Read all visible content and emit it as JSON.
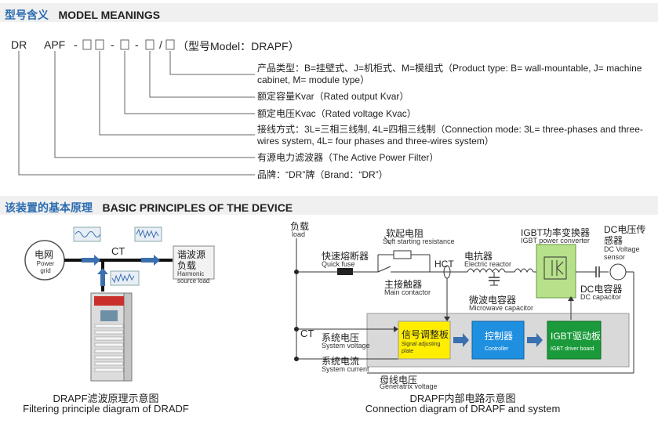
{
  "section1": {
    "title_cn": "型号含义",
    "title_en": "MODEL MEANINGS"
  },
  "model": {
    "dr": "DR",
    "apf": "APF",
    "dash": "-",
    "slash": "/",
    "suffix": "（型号Model：DRAPF）"
  },
  "meanings": [
    "产品类型：B=挂壁式、J=机柜式、M=模组式（Product type: B= wall-mountable, J= machine cabinet, M= module type）",
    "额定容量Kvar（Rated output Kvar）",
    "额定电压Kvac（Rated voltage Kvac）",
    "接线方式：3L=三相三线制, 4L=四相三线制（Connection mode: 3L= three-phases and three-wires system, 4L= four phases and three-wires system）",
    "有源电力滤波器（The Active Power Filter）",
    "品牌：“DR”牌（Brand：“DR”）"
  ],
  "section2": {
    "title_cn": "该装置的基本原理",
    "title_en": "BASIC PRINCIPLES OF THE DEVICE"
  },
  "left_diagram": {
    "grid_cn": "电网",
    "grid_en": "Power grid",
    "ct": "CT",
    "load_cn_1": "谐波源",
    "load_cn_2": "负载",
    "load_en_1": "Harmonic",
    "load_en_2": "source load",
    "caption_cn": "DRAPF滤波原理示意图",
    "caption_en": "Filtering principle diagram of DRADF"
  },
  "right_diagram": {
    "load_cn": "负载",
    "load_en": "load",
    "soft_cn": "软起电阻",
    "soft_en": "Soft starting resistance",
    "fuse_cn": "快速熔断器",
    "fuse_en": "Quick fuse",
    "hct": "HCT",
    "reactor_cn": "电抗器",
    "reactor_en": "Electric reactor",
    "igbt_cn": "IGBT功率变换器",
    "igbt_en": "IGBT power converter",
    "dcs_cn_1": "DC电压传",
    "dcs_cn_2": "感器",
    "dcs_en_1": "DC Voltage",
    "dcs_en_2": "sensor",
    "contactor_cn": "主接触器",
    "contactor_en": "Main contactor",
    "mwcap_cn": "微波电容器",
    "mwcap_en": "Microwave capacitor",
    "dccap_cn": "DC电容器",
    "dccap_en": "DC capacitor",
    "ct": "CT",
    "sysv_cn": "系统电压",
    "sysv_en": "System voltage",
    "sysc_cn": "系统电流",
    "sysc_en": "System current",
    "busv_cn": "母线电压",
    "busv_en": "Generatrix voltage",
    "signal_cn": "信号调整板",
    "signal_en_1": "Signal adjusting",
    "signal_en_2": "plate",
    "ctrl_cn": "控制器",
    "ctrl_en": "Controller",
    "drv_cn": "IGBT驱动板",
    "drv_en": "IGBT driver board",
    "caption_cn": "DRAPF内部电路示意图",
    "caption_en": "Connection diagram of DRAPF and system"
  },
  "colors": {
    "header_bg": "#f0f0f0",
    "header_cn": "#2b6cb0",
    "signal_box": "#ffee00",
    "controller_box": "#1f8fe0",
    "driver_box": "#1a9a3a",
    "igbt_box": "#b6e08a",
    "arrow_blue": "#3a6fb0"
  }
}
